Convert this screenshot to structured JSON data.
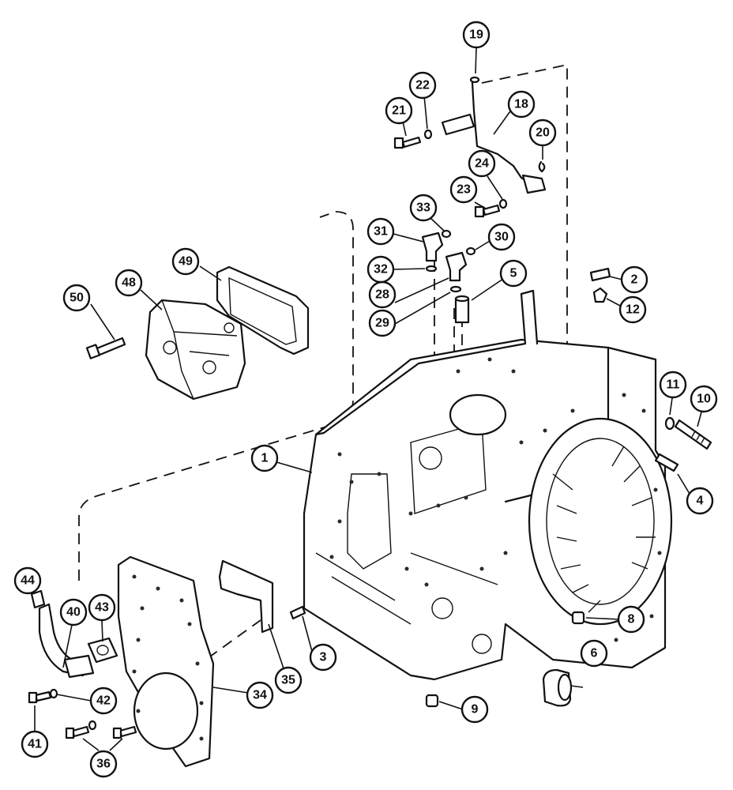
{
  "callouts": [
    {
      "label": "1"
    },
    {
      "label": "2"
    },
    {
      "label": "3"
    },
    {
      "label": "4"
    },
    {
      "label": "5"
    },
    {
      "label": "6"
    },
    {
      "label": "8"
    },
    {
      "label": "9"
    },
    {
      "label": "10"
    },
    {
      "label": "11"
    },
    {
      "label": "12"
    },
    {
      "label": "18"
    },
    {
      "label": "19"
    },
    {
      "label": "20"
    },
    {
      "label": "21"
    },
    {
      "label": "22"
    },
    {
      "label": "23"
    },
    {
      "label": "24"
    },
    {
      "label": "28"
    },
    {
      "label": "29"
    },
    {
      "label": "30"
    },
    {
      "label": "31"
    },
    {
      "label": "32"
    },
    {
      "label": "33"
    },
    {
      "label": "34"
    },
    {
      "label": "35"
    },
    {
      "label": "36"
    },
    {
      "label": "40"
    },
    {
      "label": "41"
    },
    {
      "label": "42"
    },
    {
      "label": "43"
    },
    {
      "label": "44"
    },
    {
      "label": "48"
    },
    {
      "label": "49"
    },
    {
      "label": "50"
    }
  ],
  "colors": {
    "ink": "#111111",
    "paper": "#ffffff"
  }
}
